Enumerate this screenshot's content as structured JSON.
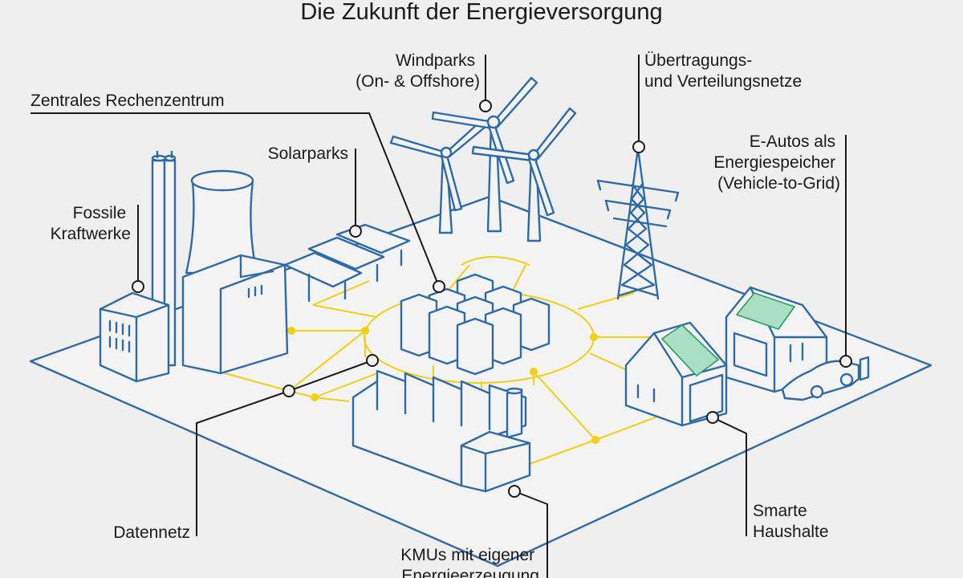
{
  "title": "Die Zukunft der Energieversorgung",
  "labels": {
    "windparks_1": "Windparks",
    "windparks_2": "(On- & Offshore)",
    "rechenzentrum": "Zentrales Rechenzentrum",
    "netze_1": "Übertragungs-",
    "netze_2": "und Verteilungsnetze",
    "solarparks": "Solarparks",
    "eautos_1": "E-Autos als",
    "eautos_2": "Energiespeicher",
    "eautos_3": "(Vehicle-to-Grid)",
    "fossile_1": "Fossile",
    "fossile_2": "Kraftwerke",
    "datennetz": "Datennetz",
    "haushalte_1": "Smarte",
    "haushalte_2": "Haushalte",
    "kmu_1": "KMUs mit eigener",
    "kmu_2": "Energieerzeugung"
  },
  "colors": {
    "outline": "#2e6aa8",
    "grid": "#f1cf12",
    "solar_panel": "#a9e0c4",
    "leader": "#1a1a1a",
    "background": "#efefef"
  }
}
